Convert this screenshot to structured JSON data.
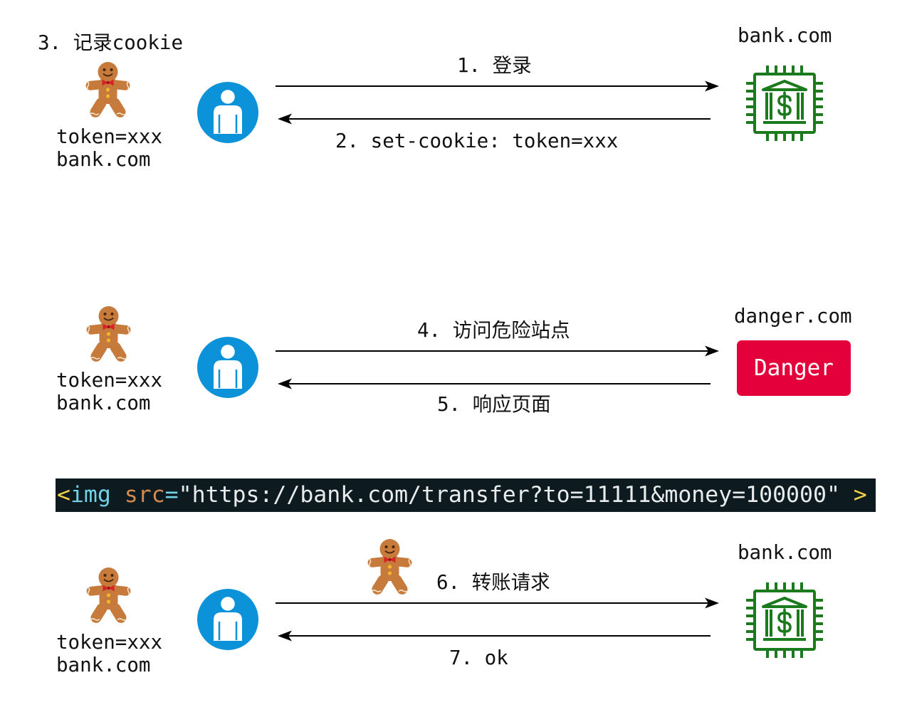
{
  "flows": [
    {
      "client": {
        "note": "3. 记录cookie",
        "cookie_icon": "gingerbread-cookie-icon",
        "cookie_token": "token=xxx",
        "cookie_domain": "bank.com",
        "user_icon": "user-icon"
      },
      "request_label": "1. 登录",
      "response_label": "2. set-cookie: token=xxx",
      "server": {
        "name": "bank.com",
        "icon": "bank-chip-icon"
      }
    },
    {
      "client": {
        "cookie_icon": "gingerbread-cookie-icon",
        "cookie_token": "token=xxx",
        "cookie_domain": "bank.com",
        "user_icon": "user-icon"
      },
      "request_label": "4. 访问危险站点",
      "response_label": "5. 响应页面",
      "server": {
        "name": "danger.com",
        "badge": "Danger"
      }
    },
    {
      "client": {
        "cookie_icon": "gingerbread-cookie-icon",
        "cookie_token": "token=xxx",
        "cookie_domain": "bank.com",
        "user_icon": "user-icon"
      },
      "request_cookie_icon": "gingerbread-cookie-icon",
      "request_label": "6. 转账请求",
      "response_label": "7. ok",
      "server": {
        "name": "bank.com",
        "icon": "bank-chip-icon"
      }
    }
  ],
  "code_snippet": {
    "open_bracket": "<",
    "tag": "img",
    "attribute": "src",
    "equals": "=",
    "value": "\"https://bank.com/transfer?to=11111&money=100000\"",
    "close_bracket": ">",
    "colors": {
      "background": "#0d1b20",
      "bracket": "#f3d14b",
      "tag": "#72d2e6",
      "attribute": "#d58a4e",
      "equals": "#72d2e6",
      "string": "#e9ecec"
    }
  },
  "colors": {
    "user_circle": "#0b92d9",
    "bank_icon": "#1b7a1b",
    "danger_badge": "#e4003b",
    "danger_text": "#ffffff",
    "arrow": "#000000",
    "cookie": "#c67b3c"
  }
}
